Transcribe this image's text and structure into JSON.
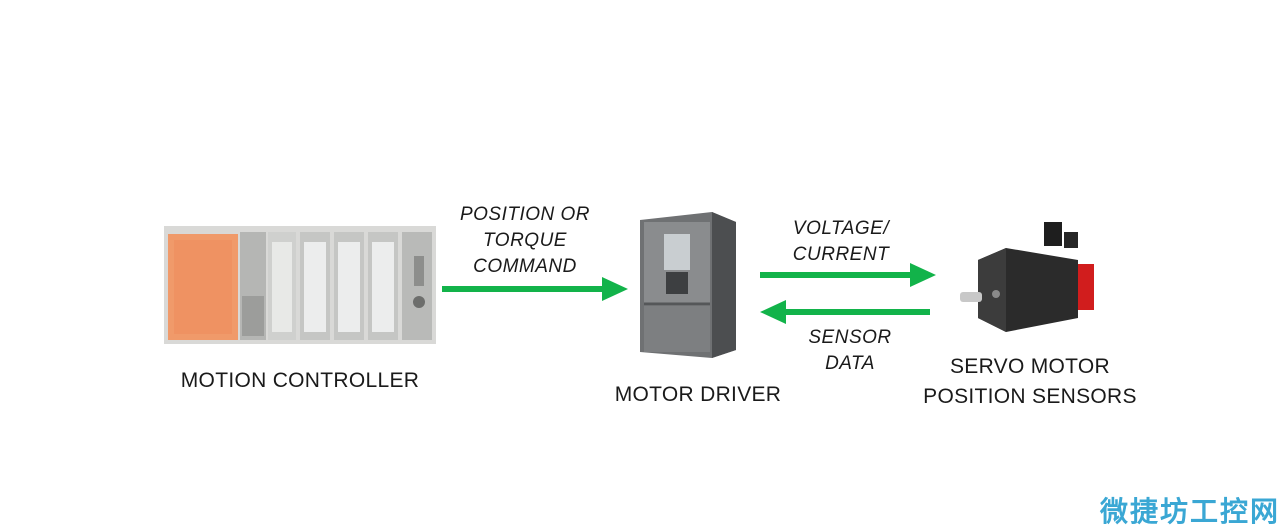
{
  "diagram": {
    "nodes": {
      "controller": {
        "label": "MOTION CONTROLLER",
        "icon": "plc-rack-icon"
      },
      "driver": {
        "label": "MOTOR DRIVER",
        "icon": "motor-drive-cabinet-icon"
      },
      "motor": {
        "label": "SERVO MOTOR\nPOSITION SENSORS",
        "icon": "servo-motor-icon"
      }
    },
    "edges": {
      "command": {
        "label": "POSITION OR\nTORQUE\nCOMMAND",
        "from": "controller",
        "to": "driver"
      },
      "power": {
        "label": "VOLTAGE/\nCURRENT",
        "from": "driver",
        "to": "motor"
      },
      "feedback": {
        "label": "SENSOR\nDATA",
        "from": "motor",
        "to": "driver"
      }
    },
    "colors": {
      "arrow": "#12b34a",
      "text": "#1a1a1a",
      "watermark": "#3aa7d4"
    }
  },
  "watermark": {
    "text": "微捷坊工控网"
  }
}
